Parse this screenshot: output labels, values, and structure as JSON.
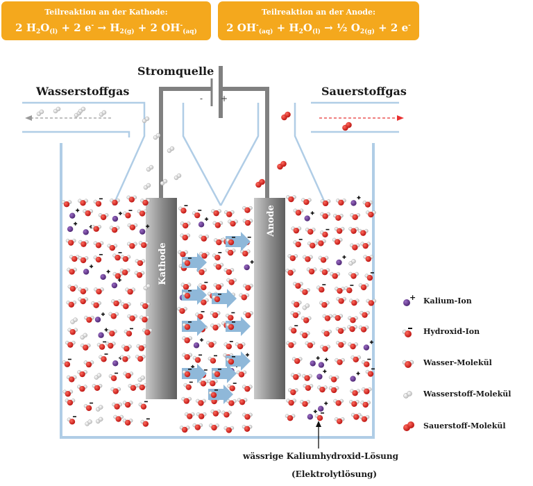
{
  "cathode_box": {
    "title": "Teilreaktion an der Kathode:",
    "formula": "2 H<sub>2</sub>O<sub>(l)</sub> + 2 e<sup>-</sup> → H<sub>2(g)</sub> + 2 OH<sup>-</sup><sub>(aq)</sub>"
  },
  "anode_box": {
    "title": "Teilreaktion an der Anode:",
    "formula": "2 OH<sup>-</sup><sub>(aq)</sub> + H<sub>2</sub>O<sub>(l)</sub> → ½ O<sub>2(g)</sub> + 2 e<sup>-</sup>"
  },
  "labels": {
    "power_source": "Stromquelle",
    "hydrogen_gas": "Wasserstoffgas",
    "oxygen_gas": "Sauerstoffgas",
    "cathode": "Kathode",
    "anode": "Anode",
    "minus_pole": "-",
    "plus_pole": "+",
    "solution": "wässrige Kaliumhydroxid-Lösung",
    "electrolyte": "(Elektrolytlösung)"
  },
  "legend": [
    {
      "icon": "potassium-ion-icon",
      "label": "Kalium-Ion"
    },
    {
      "icon": "hydroxide-ion-icon",
      "label": "Hydroxid-Ion"
    },
    {
      "icon": "water-molecule-icon",
      "label": "Wasser-Molekül"
    },
    {
      "icon": "hydrogen-molecule-icon",
      "label": "Wasserstoff-Molekül"
    },
    {
      "icon": "oxygen-molecule-icon",
      "label": "Sauerstoff-Molekül"
    }
  ],
  "colors": {
    "banner": "#f4a81d",
    "vessel": "#b0cde6",
    "wire": "#808080",
    "water_oxygen": "#d9231f",
    "potassium": "#6a3a8f",
    "arrow": "#8fb8d9",
    "oxygen_gas_arrow": "#e83030",
    "hydrogen_gas_arrow": "#999999"
  }
}
